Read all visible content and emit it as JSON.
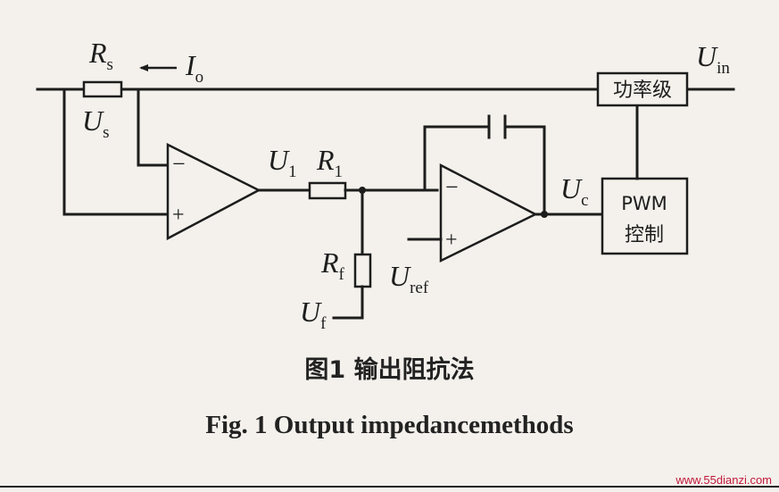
{
  "diagram": {
    "labels": {
      "rs": {
        "main": "R",
        "sub": "s"
      },
      "io": {
        "main": "I",
        "sub": "o"
      },
      "us": {
        "main": "U",
        "sub": "s"
      },
      "u1": {
        "main": "U",
        "sub": "1"
      },
      "r1": {
        "main": "R",
        "sub": "1"
      },
      "rf": {
        "main": "R",
        "sub": "f"
      },
      "uf": {
        "main": "U",
        "sub": "f"
      },
      "uref": {
        "main": "U",
        "sub": "ref"
      },
      "uc": {
        "main": "U",
        "sub": "c"
      },
      "uin": {
        "main": "U",
        "sub": "in"
      }
    },
    "opamp_signs": {
      "minus": "−",
      "plus": "+"
    },
    "boxes": {
      "power_stage": "功率级",
      "pwm_line1": "PWM",
      "pwm_line2": "控制"
    }
  },
  "caption": {
    "chinese": "图1   输出阻抗法",
    "english": "Fig. 1   Output impedancemethods"
  },
  "watermark": "www.55dianzi.com"
}
